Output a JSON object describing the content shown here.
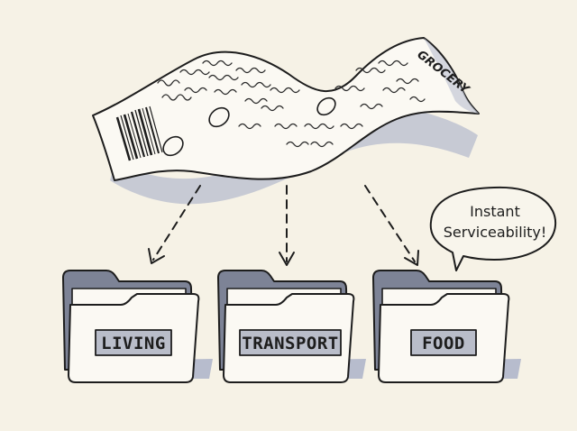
{
  "receipt": {
    "title": "GROCERY"
  },
  "speech_bubble": {
    "line1": "Instant",
    "line2": "Serviceability!"
  },
  "folders": [
    {
      "label": "LIVING"
    },
    {
      "label": "TRANSPORT"
    },
    {
      "label": "FOOD"
    }
  ],
  "colors": {
    "background": "#f6f2e6",
    "ink": "#1d1d1d",
    "folder_back": "#7d8396",
    "folder_front": "#fbf9f3",
    "shadow": "#b7bccd",
    "label_fill": "#b9bdc9"
  }
}
